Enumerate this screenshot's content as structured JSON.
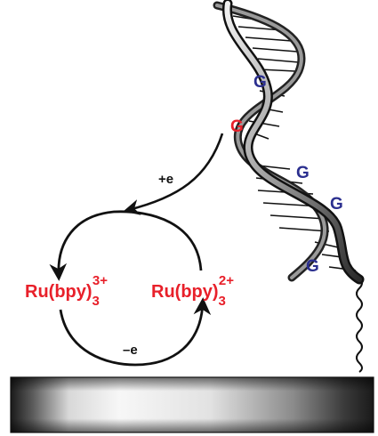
{
  "colors": {
    "background": "#ffffff",
    "ruthenium_text": "#e8202a",
    "guanine_blue": "#2b2f8f",
    "guanine_red": "#e8202a",
    "cycle_arrows": "#111111",
    "electrode_dark": "#1e1e1e",
    "electrode_light": "#f5f5f5"
  },
  "labels": {
    "electron_gain": "+e",
    "electron_loss": "–e"
  },
  "complexes": {
    "left": {
      "base": "Ru(bpy)",
      "sub": "3",
      "sup": "3+"
    },
    "right": {
      "base": "Ru(bpy)",
      "sub": "3",
      "sup": "2+"
    }
  },
  "dna": {
    "bases": [
      {
        "letter": "G",
        "color": "blue"
      },
      {
        "letter": "G",
        "color": "red"
      },
      {
        "letter": "G",
        "color": "blue"
      },
      {
        "letter": "G",
        "color": "blue"
      },
      {
        "letter": "G",
        "color": "blue"
      }
    ]
  },
  "icons": {
    "helix": "dna-double-helix",
    "linker": "thiol-linker-wave",
    "electrode": "gold-electrode-surface"
  }
}
